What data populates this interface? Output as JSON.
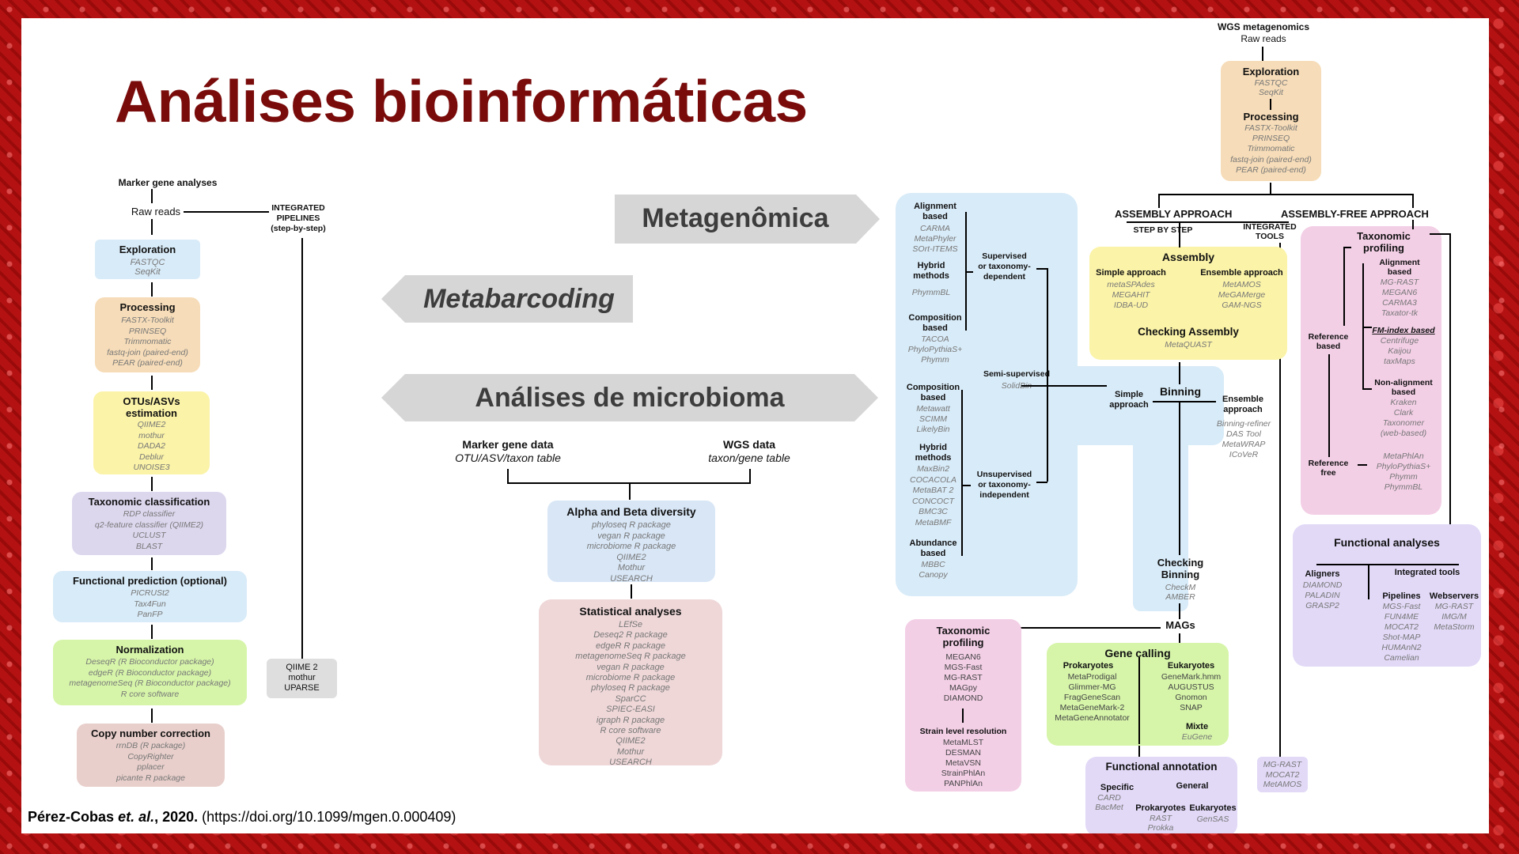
{
  "title": "Análises bioinformáticas",
  "citation": {
    "authors": "Pérez-Cobas",
    "etal": "et. al.",
    "year": ", 2020.",
    "doi": " (https://doi.org/10.1099/mgen.0.000409)"
  },
  "labels": {
    "metagenomica": "Metagenômica",
    "metabarcoding": "Metabarcoding",
    "microbioma": "Análises de microbioma"
  },
  "colors": {
    "title": "#7a0b0b",
    "border": "#b41212",
    "blue": "#d8ebf8",
    "orange": "#f6dcb8",
    "yellow": "#fbf3a8",
    "purple": "#ddd7ee",
    "green": "#d6f5a9",
    "pink": "#efd7d8",
    "lilac": "#e2d9f7",
    "gray": "#dedede",
    "pinkbox": "#f3cfe6"
  },
  "marker": {
    "head": "Marker gene analyses",
    "raw": "Raw reads",
    "pipelines": [
      "INTEGRATED",
      "PIPELINES",
      "(step-by-step)"
    ],
    "pipe_tools": [
      "QIIME 2",
      "mothur",
      "UPARSE"
    ],
    "exploration": {
      "title": "Exploration",
      "items": [
        "FASTQC",
        "SeqKit"
      ]
    },
    "processing": {
      "title": "Processing",
      "items": [
        "FASTX-Toolkit",
        "PRINSEQ",
        "Trimmomatic",
        "fastq-join (paired-end)",
        "PEAR (paired-end)"
      ]
    },
    "otus": {
      "title": [
        "OTUs/ASVs",
        "estimation"
      ],
      "items": [
        "QIIME2",
        "mothur",
        "DADA2",
        "Deblur",
        "UNOISE3"
      ]
    },
    "taxo": {
      "title": "Taxonomic classification",
      "items": [
        "RDP classifier",
        "q2-feature classifier (QIIME2)",
        "UCLUST",
        "BLAST"
      ]
    },
    "func": {
      "title": "Functional prediction (optional)",
      "items": [
        "PICRUSt2",
        "Tax4Fun",
        "PanFP"
      ]
    },
    "norm": {
      "title": "Normalization",
      "items": [
        "DeseqR (R Bioconductor package)",
        "edgeR  (R Bioconductor package)",
        "metagenomeSeq (R Bioconductor package)",
        "R core software"
      ]
    },
    "copy": {
      "title": "Copy number correction",
      "items": [
        "rrnDB (R package)",
        "CopyRighter",
        "pplacer",
        "picante R package"
      ]
    }
  },
  "mid": {
    "marker_data": [
      "Marker gene data",
      "OTU/ASV/taxon table"
    ],
    "wgs_data": [
      "WGS data",
      "taxon/gene table"
    ],
    "alpha": {
      "title": "Alpha and Beta diversity",
      "items": [
        "phyloseq R package",
        "vegan R package",
        "microbiome R package",
        "QIIME2",
        "Mothur",
        "USEARCH"
      ]
    },
    "stats": {
      "title": "Statistical analyses",
      "items": [
        "LEfSe",
        "Deseq2 R package",
        "edgeR R package",
        "metagenomeSeq R package",
        "vegan R package",
        "microbiome R package",
        "phyloseq R package",
        "SparCC",
        "SPIEC-EASI",
        "igraph R package",
        "R core software",
        "QIIME2",
        "Mothur",
        "USEARCH"
      ]
    }
  },
  "wgs": {
    "head": [
      "WGS metagenomics",
      "Raw reads"
    ],
    "explo": {
      "title": "Exploration",
      "items": [
        "FASTQC",
        "SeqKit"
      ]
    },
    "proc": {
      "title": "Processing",
      "items": [
        "FASTX-Toolkit",
        "PRINSEQ",
        "Trimmomatic",
        "fastq-join (paired-end)",
        "PEAR (paired-end)"
      ]
    },
    "assembly_approach": "ASSEMBLY APPROACH",
    "free_approach": "ASSEMBLY-FREE APPROACH",
    "step": "STEP BY STEP",
    "integrated": [
      "INTEGRATED",
      "TOOLS"
    ],
    "assembly": "Assembly",
    "simple": "Simple approach",
    "ensemble": "Ensemble approach",
    "simple_items": [
      "metaSPAdes",
      "MEGAHIT",
      "IDBA-UD"
    ],
    "ensemble_items": [
      "MetAMOS",
      "MeGAMerge",
      "GAM-NGS"
    ],
    "checking": "Checking Assembly",
    "checking_items": [
      "MetaQUAST"
    ],
    "binning": "Binning",
    "bin_simple": [
      "Simple",
      "approach"
    ],
    "bin_ensemble": [
      "Ensemble",
      "approach"
    ],
    "bin_ens_items": [
      "Binning-refiner",
      "DAS Tool",
      "MetaWRAP",
      "ICoVeR"
    ],
    "check_bin": [
      "Checking",
      "Binning"
    ],
    "check_bin_items": [
      "CheckM",
      "AMBER"
    ],
    "mags": "MAGs",
    "int_tools_items": [
      "MG-RAST",
      "MOCAT2",
      "MetAMOS"
    ]
  },
  "blue": {
    "align": {
      "title": [
        "Alignment",
        "based"
      ],
      "items": [
        "CARMA",
        "MetaPhyler",
        "SOrt-ITEMS"
      ]
    },
    "hybrid1": {
      "title": [
        "Hybrid",
        "methods"
      ],
      "items": [
        "PhymmBL"
      ]
    },
    "comp1": {
      "title": [
        "Composition",
        "based"
      ],
      "items": [
        "TACOA",
        "PhyloPythiaS+",
        "Phymm"
      ]
    },
    "supervised": [
      "Supervised",
      "or taxonomy-",
      "dependent"
    ],
    "semi": "Semi-supervised",
    "semi_items": [
      "SolidBin"
    ],
    "comp2": {
      "title": [
        "Composition",
        "based"
      ],
      "items": [
        "Metawatt",
        "SCIMM",
        "LikelyBin"
      ]
    },
    "hybrid2": {
      "title": [
        "Hybrid",
        "methods"
      ],
      "items": [
        "MaxBin2",
        "COCACOLA",
        "MetaBAT 2",
        "CONCOCT",
        "BMC3C",
        "MetaBMF"
      ]
    },
    "unsupervised": [
      "Unsupervised",
      "or taxonomy-",
      "independent"
    ],
    "abund": {
      "title": [
        "Abundance",
        "based"
      ],
      "items": [
        "MBBC",
        "Canopy"
      ]
    }
  },
  "tax2": {
    "title": [
      "Taxonomic",
      "profiling"
    ],
    "items": [
      "MEGAN6",
      "MGS-Fast",
      "MG-RAST",
      "MAGpy",
      "DIAMOND"
    ],
    "strain": "Strain level resolution",
    "strain_items": [
      "MetaMLST",
      "DESMAN",
      "MetaVSN",
      "StrainPhlAn",
      "PANPhlAn"
    ]
  },
  "gene": {
    "title": "Gene calling",
    "prok": "Prokaryotes",
    "euk": "Eukaryotes",
    "prok_items": [
      "MetaProdigal",
      "Glimmer-MG",
      "FragGeneScan",
      "MetaGeneMark-2",
      "MetaGeneAnnotator"
    ],
    "euk_items": [
      "GeneMark.hmm",
      "AUGUSTUS",
      "Gnomon",
      "SNAP"
    ],
    "mixte": "Mixte",
    "mixte_items": [
      "EuGene"
    ]
  },
  "fannot": {
    "title": "Functional annotation",
    "specific": "Specific",
    "general": "General",
    "spec_items": [
      "CARD",
      "BacMet"
    ],
    "prok": "Prokaryotes",
    "euk": "Eukaryotes",
    "prok_items": [
      "RAST",
      "Prokka"
    ],
    "euk_items": [
      "GenSAS"
    ]
  },
  "free": {
    "tp_title": [
      "Taxonomic",
      "profiling"
    ],
    "align": [
      "Alignment",
      "based"
    ],
    "align_items": [
      "MG-RAST",
      "MEGAN6",
      "CARMA3",
      "Taxator-tk"
    ],
    "fm": "FM-index based",
    "fm_items": [
      "Centrifuge",
      "Kaijou",
      "taxMaps"
    ],
    "refbased": [
      "Reference",
      "based"
    ],
    "nonalign": [
      "Non-alignment",
      "based"
    ],
    "nonalign_items": [
      "Kraken",
      "Clark",
      "Taxonomer",
      "(web-based)"
    ],
    "reffree": [
      "Reference",
      "free"
    ],
    "reffree_items": [
      "MetaPhlAn",
      "PhyloPythiaS+",
      "Phymm",
      "PhymmBL"
    ],
    "func_title": "Functional analyses",
    "aligners": "Aligners",
    "aligners_items": [
      "DIAMOND",
      "PALADIN",
      "GRASP2"
    ],
    "int_tools": "Integrated tools",
    "pipelines": "Pipelines",
    "webservers": "Webservers",
    "pipe_items": [
      "MGS-Fast",
      "FUN4ME",
      "MOCAT2",
      "Shot-MAP",
      "HUMAnN2",
      "Camelian"
    ],
    "web_items": [
      "MG-RAST",
      "IMG/M",
      "MetaStorm"
    ]
  }
}
